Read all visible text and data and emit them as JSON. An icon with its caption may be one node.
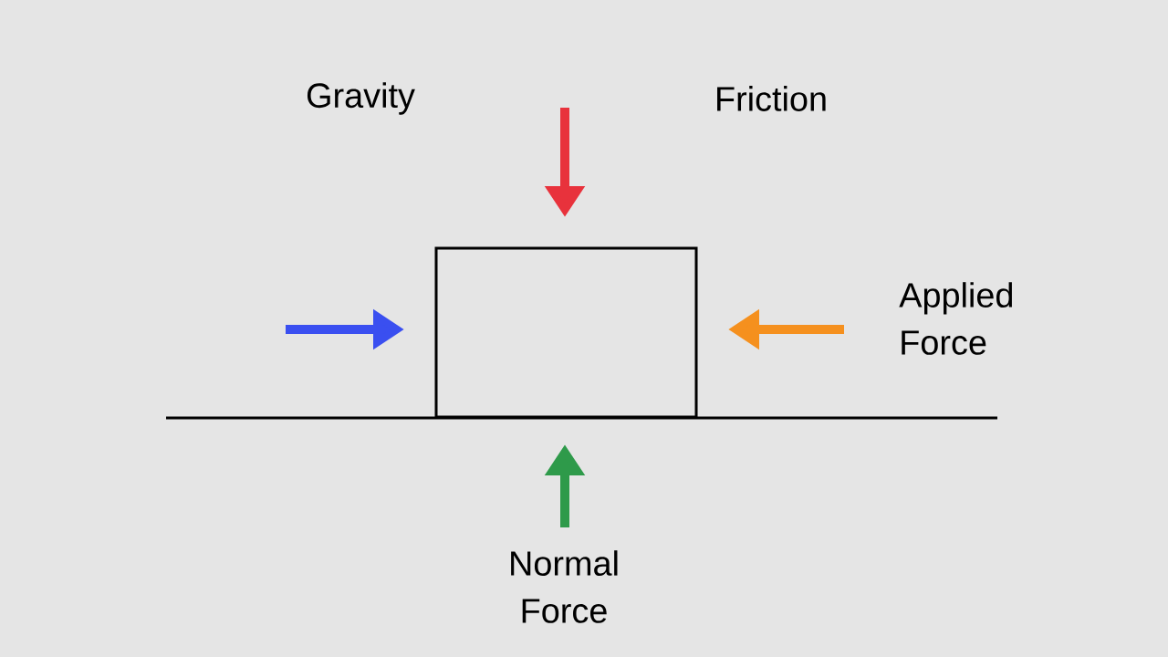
{
  "diagram": {
    "nodes": [
      {
        "text": [],
        "shape": "box"
      }
    ],
    "labels": [
      "Gravity",
      "Friction",
      "Applied Force",
      "Normal Force"
    ]
  }
}
